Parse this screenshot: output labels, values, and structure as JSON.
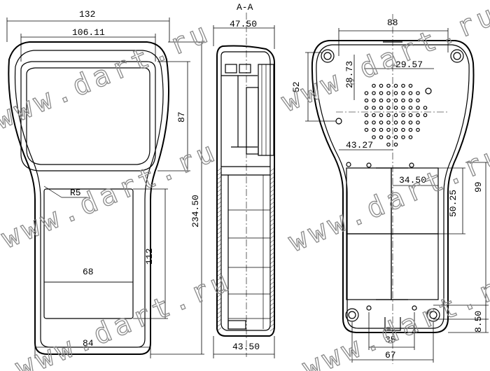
{
  "section_label": "A-A",
  "watermark": "www.dart.ru",
  "front_view": {
    "overall_width": "132",
    "window_width": "106.11",
    "window_height": "87",
    "overall_height": "234.50",
    "corner_radius": "R5",
    "keypad_width": "68",
    "keypad_height": "112",
    "base_width": "84"
  },
  "section_view": {
    "top_depth": "47.50",
    "bottom_depth": "43.50"
  },
  "back_view": {
    "overall_width": "88",
    "hole_spacing_y": "52",
    "speaker_v1": "28.73",
    "speaker_h1": "29.57",
    "speaker_h2": "43.27",
    "battery_width": "34.50",
    "battery_height": "50.25",
    "side_height": "99",
    "lower_offset": "8.50",
    "bottom_hole_spacing": "35",
    "bottom_width": "67"
  }
}
